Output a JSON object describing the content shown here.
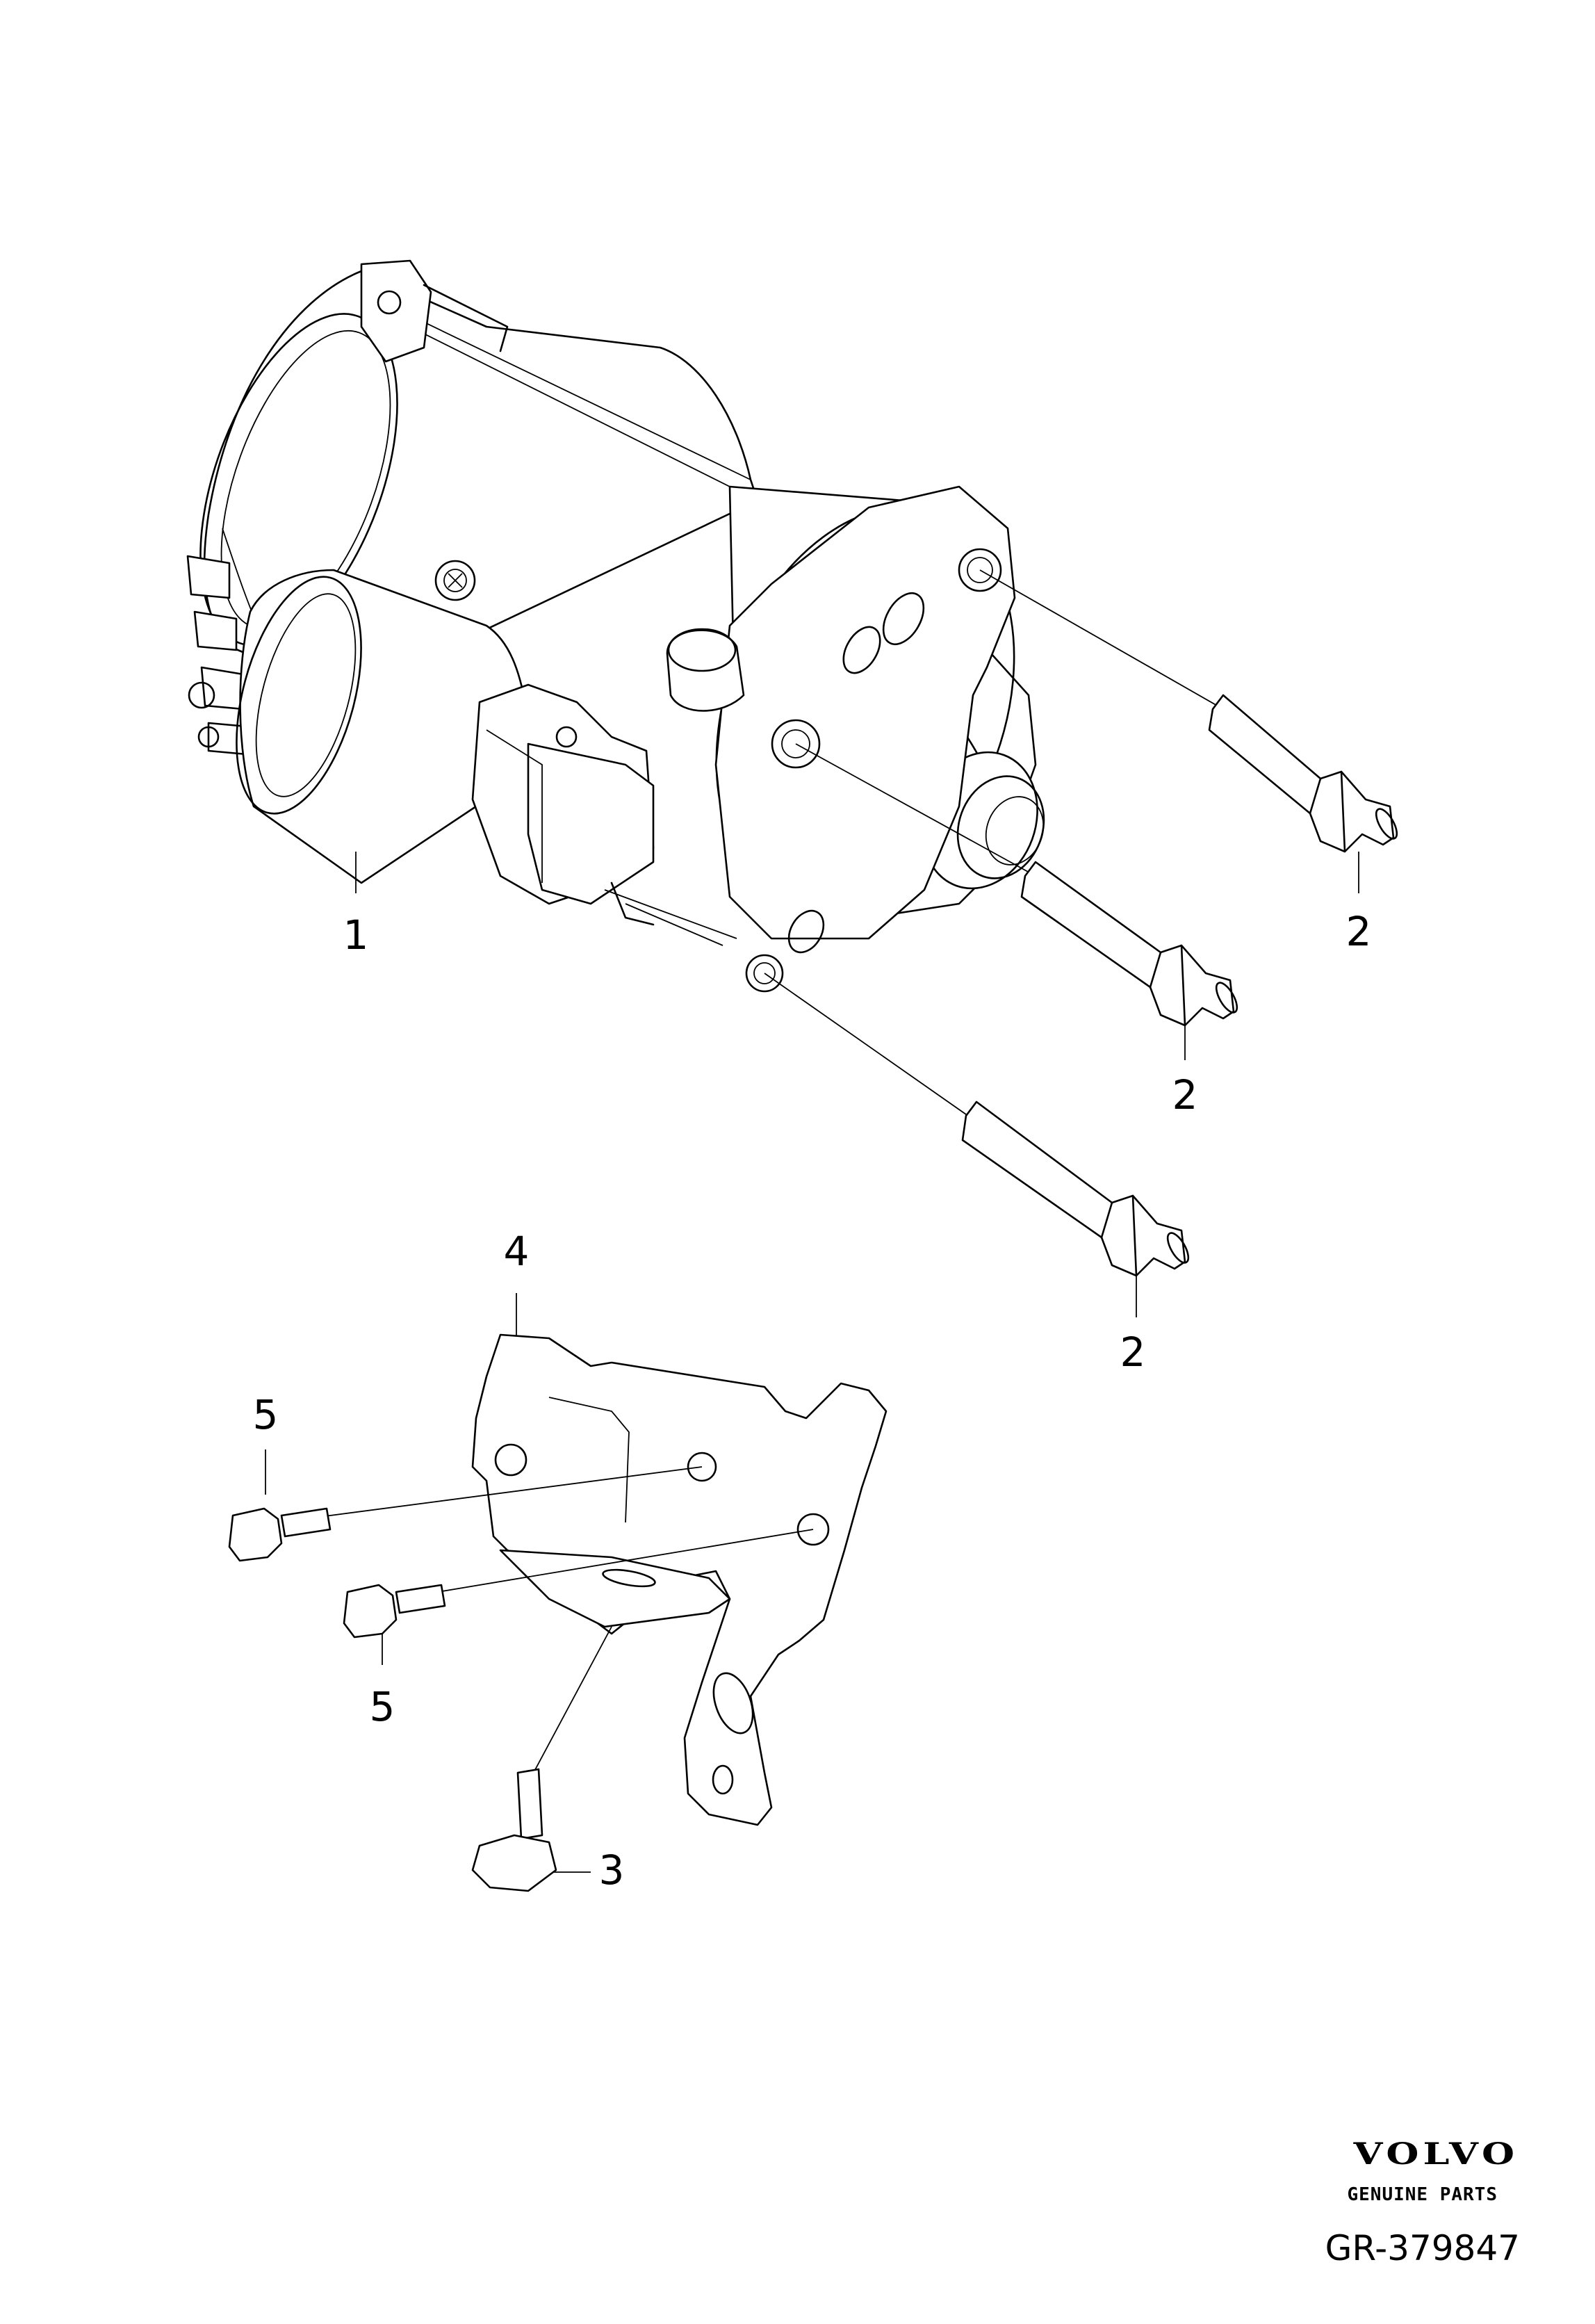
{
  "callouts": {
    "starter_motor": "1",
    "stud_upper": "2",
    "stud_middle": "2",
    "stud_lower": "2",
    "bracket": "4",
    "flange_bolt_vertical": "3",
    "flange_bolt_upper": "5",
    "flange_bolt_lower": "5"
  },
  "logo": {
    "brand": "VOLVO",
    "tagline": "GENUINE PARTS"
  },
  "reference": "GR-379847"
}
